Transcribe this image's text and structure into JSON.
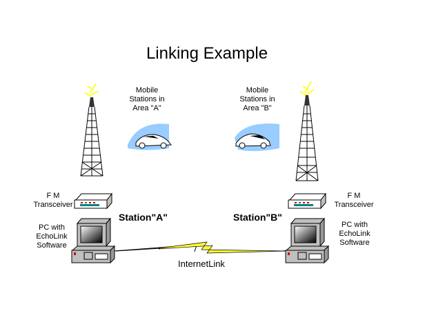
{
  "title": "Linking Example",
  "mobile_a": [
    "Mobile",
    "Stations in",
    "Area \"A\""
  ],
  "mobile_b": [
    "Mobile",
    "Stations in",
    "Area \"B\""
  ],
  "station_a": {
    "label": "Station\"A\"",
    "transceiver": [
      "F M",
      "Transceiver"
    ],
    "pc": [
      "PC with",
      "EchoLink",
      "Software"
    ]
  },
  "station_b": {
    "label": "Station\"B\"",
    "transceiver": [
      "F M",
      "Transceiver"
    ],
    "pc": [
      "PC with",
      "EchoLink",
      "Software"
    ]
  },
  "link_label": "InternetLink",
  "colors": {
    "lightning": "#ffff33",
    "wind": "#99ccff",
    "case": "#c0c0c0",
    "led_red": "#cc0000",
    "led_green": "#008080"
  }
}
